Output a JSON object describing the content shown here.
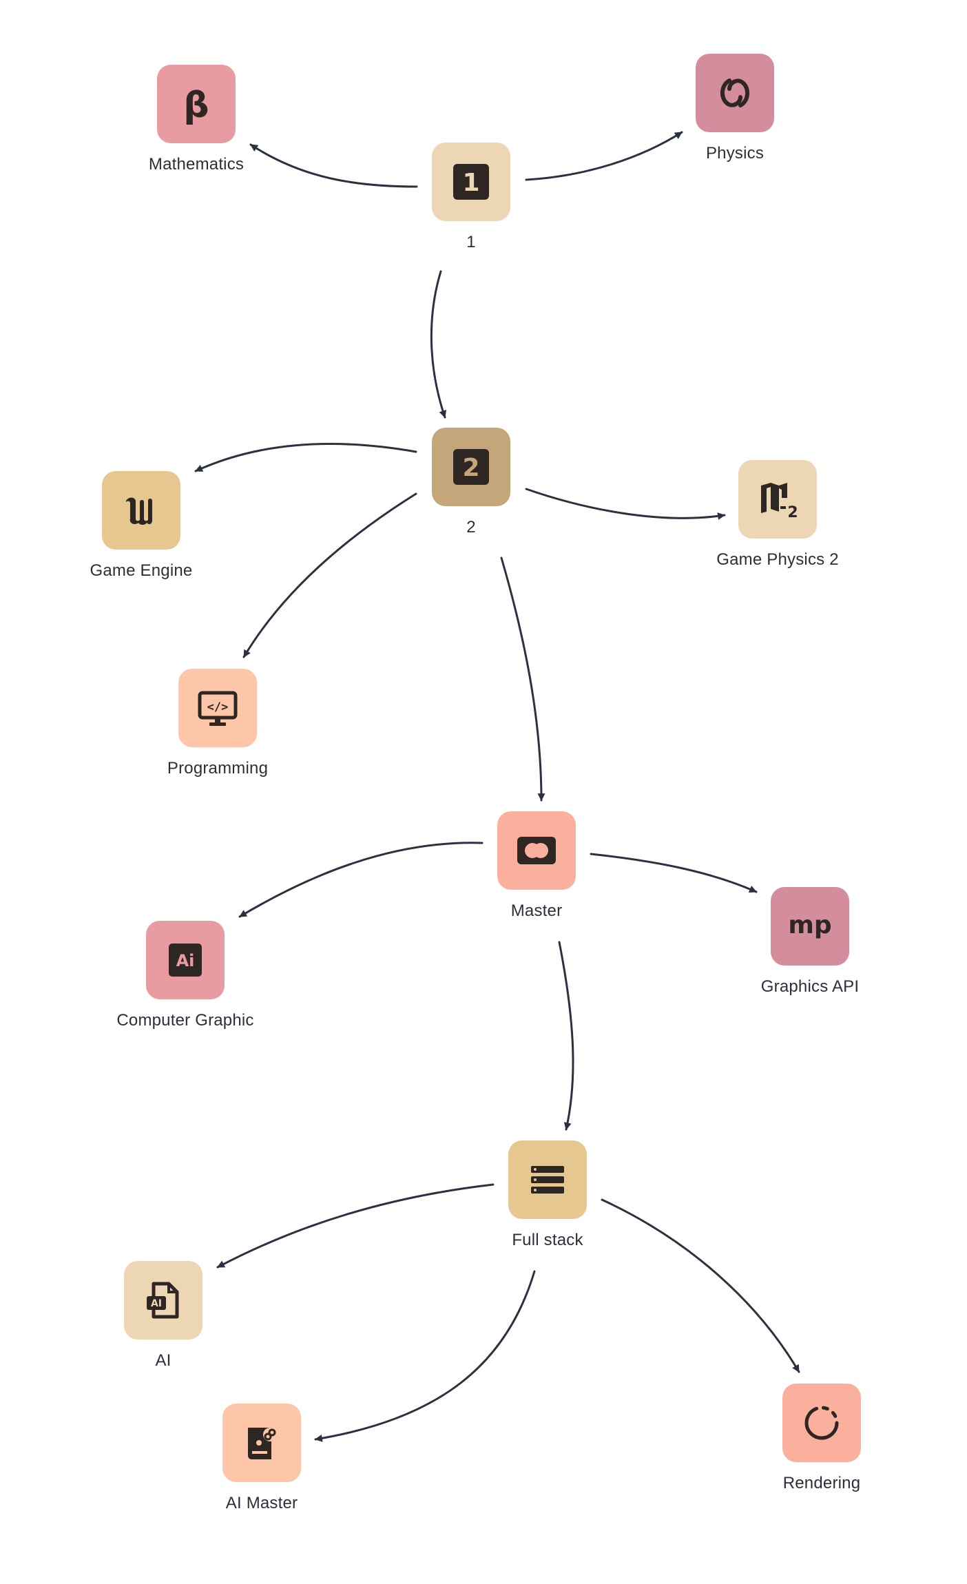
{
  "diagram": {
    "nodes": [
      {
        "id": "n1",
        "label": "1",
        "color": "#ecd6b4",
        "icon": "number-1-icon"
      },
      {
        "id": "mathematics",
        "label": "Mathematics",
        "color": "#e89ba0",
        "icon": "beta-icon"
      },
      {
        "id": "physics",
        "label": "Physics",
        "color": "#d48d9c",
        "icon": "orbit-link-icon"
      },
      {
        "id": "n2",
        "label": "2",
        "color": "#c4a67a",
        "icon": "number-2-icon"
      },
      {
        "id": "game-engine",
        "label": "Game Engine",
        "color": "#e7c790",
        "icon": "unreal-engine-icon"
      },
      {
        "id": "game-physics-2",
        "label": "Game Physics 2",
        "color": "#ecd6b4",
        "icon": "map-subscript-2-icon"
      },
      {
        "id": "programming",
        "label": "Programming",
        "color": "#fdc6a8",
        "icon": "monitor-code-icon"
      },
      {
        "id": "master",
        "label": "Master",
        "color": "#fbb09e",
        "icon": "mastercard-icon"
      },
      {
        "id": "computer-graphic",
        "label": "Computer Graphic",
        "color": "#e89ba0",
        "icon": "adobe-illustrator-icon"
      },
      {
        "id": "graphics-api",
        "label": "Graphics API",
        "color": "#d48d9c",
        "icon": "mp-logo-icon"
      },
      {
        "id": "full-stack",
        "label": "Full stack",
        "color": "#e7c790",
        "icon": "server-stack-icon"
      },
      {
        "id": "ai",
        "label": "AI",
        "color": "#ecd6b4",
        "icon": "ai-file-icon"
      },
      {
        "id": "ai-master",
        "label": "AI Master",
        "color": "#fdc6a8",
        "icon": "book-link-icon"
      },
      {
        "id": "rendering",
        "label": "Rendering",
        "color": "#fbb09e",
        "icon": "loading-circle-icon"
      }
    ],
    "edges": [
      {
        "from": "n1",
        "to": "mathematics"
      },
      {
        "from": "n1",
        "to": "physics"
      },
      {
        "from": "n1",
        "to": "n2"
      },
      {
        "from": "n2",
        "to": "game-engine"
      },
      {
        "from": "n2",
        "to": "game-physics-2"
      },
      {
        "from": "n2",
        "to": "programming"
      },
      {
        "from": "n2",
        "to": "master"
      },
      {
        "from": "master",
        "to": "computer-graphic"
      },
      {
        "from": "master",
        "to": "graphics-api"
      },
      {
        "from": "master",
        "to": "full-stack"
      },
      {
        "from": "full-stack",
        "to": "ai"
      },
      {
        "from": "full-stack",
        "to": "ai-master"
      },
      {
        "from": "full-stack",
        "to": "rendering"
      }
    ],
    "edge_color": "#2b3140",
    "icon_color": "#2e2622"
  }
}
